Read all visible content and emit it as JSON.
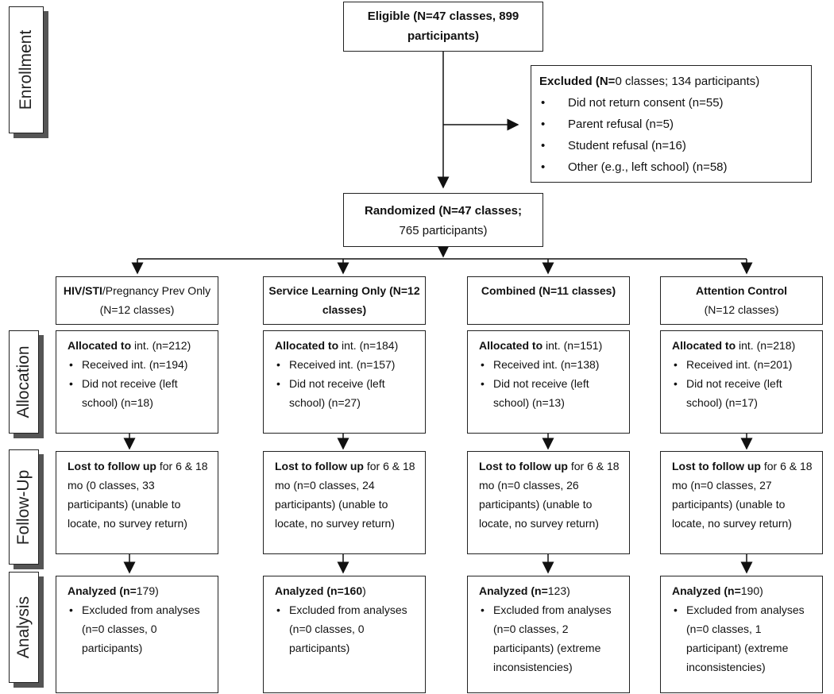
{
  "stages": {
    "enrollment": "Enrollment",
    "allocation": "Allocation",
    "follow_up": "Follow-Up",
    "analysis": "Analysis"
  },
  "eligible": {
    "label": "Eligible (N=47 classes, 899 participants)"
  },
  "excluded": {
    "title_bold": "Excluded (N=",
    "title_rest": "0 classes; 134 participants)",
    "items": [
      "Did not return consent (n=55)",
      "Parent refusal (n=5)",
      "Student refusal (n=16)",
      "Other (e.g., left school) (n=58)"
    ]
  },
  "randomized": {
    "bold": "Randomized (N=47 classes;",
    "rest": " 765 participants)"
  },
  "arms": [
    {
      "title_bold": "HIV/STI",
      "title_rest": "/Pregnancy Prev Only (N=12 classes)",
      "allocated_bold": "Allocated to",
      "allocated_rest": " int. (n=212)",
      "received": "Received int. (n=194)",
      "not_received": "Did not receive  (left school) (n=18)",
      "lost_bold": "Lost to follow up",
      "lost_rest": " for 6 & 18 mo (0 classes, 33 participants) (unable to locate, no survey return)",
      "analyzed_bold": "Analyzed (n=",
      "analyzed_rest": "179)",
      "excluded": "Excluded from analyses (n=0 classes, 0 participants)"
    },
    {
      "title_bold": "Service Learning Only (N=12 classes)",
      "title_rest": "",
      "allocated_bold": "Allocated to",
      "allocated_rest": " int. (n=184)",
      "received": "Received int. (n=157)",
      "not_received": "Did not receive  (left school) (n=27)",
      "lost_bold": "Lost to follow up",
      "lost_rest": " for 6 & 18 mo (n=0 classes, 24 participants) (unable to locate, no survey return)",
      "analyzed_bold": "Analyzed (n=160",
      "analyzed_rest": ")",
      "excluded": "Excluded from analyses (n=0 classes, 0 participants)"
    },
    {
      "title_bold": "Combined (N=11 classes)",
      "title_rest": "",
      "allocated_bold": "Allocated to",
      "allocated_rest": " int. (n=151)",
      "received": "Received int. (n=138)",
      "not_received": "Did not receive  (left school) (n=13)",
      "lost_bold": "Lost to follow up",
      "lost_rest": " for 6 & 18 mo (n=0 classes, 26 participants) (unable to locate, no survey return)",
      "analyzed_bold": "Analyzed (n=",
      "analyzed_rest": "123)",
      "excluded": "Excluded from analyses (n=0 classes,  2 participants) (extreme inconsistencies)"
    },
    {
      "title_bold": "Attention Control",
      "title_rest": "(N=12 classes)",
      "allocated_bold": "Allocated to",
      "allocated_rest": " int. (n=218)",
      "received": "Received int. (n=201)",
      "not_received": "Did not receive  (left school) (n=17)",
      "lost_bold": "Lost to follow up",
      "lost_rest": " for 6 & 18 mo (n=0 classes, 27 participants) (unable to locate, no survey return)",
      "analyzed_bold": "Analyzed (n=",
      "analyzed_rest": "190)",
      "excluded": "Excluded from analyses (n=0 classes, 1 participant) (extreme inconsistencies)"
    }
  ]
}
